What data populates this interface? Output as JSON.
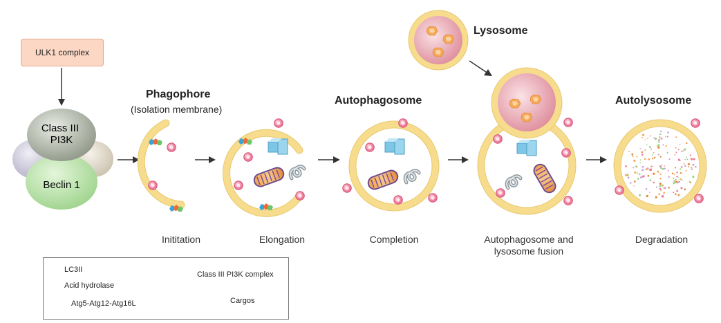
{
  "ulk1": "ULK1 complex",
  "pi3k": {
    "class_label": "Class III\nPI3K",
    "beclin": "Beclin 1"
  },
  "titles": {
    "phagophore": "Phagophore",
    "phagophore_sub": "(Isolation membrane)",
    "autophagosome": "Autophagosome",
    "lysosome": "Lysosome",
    "autolysosome": "Autolysosome"
  },
  "steps": {
    "initiation": "Inititation",
    "elongation": "Elongation",
    "completion": "Completion",
    "fusion": "Autophagosome and\nlysosome fusion",
    "degradation": "Degradation"
  },
  "legend": {
    "lc3": "LC3II",
    "hydrolase": "Acid hydrolase",
    "atg": "Atg5-Atg12-Atg16L",
    "pi3k_complex": "Class III PI3K complex",
    "cargos": "Cargos"
  },
  "colors": {
    "membrane": "#f6dc8c",
    "lc3_fill": "#ee7f9e",
    "lysosome_lumen": "#e9a9b4",
    "hydrolase": "#f6a958",
    "ulk_fill": "#fbd7c4"
  }
}
